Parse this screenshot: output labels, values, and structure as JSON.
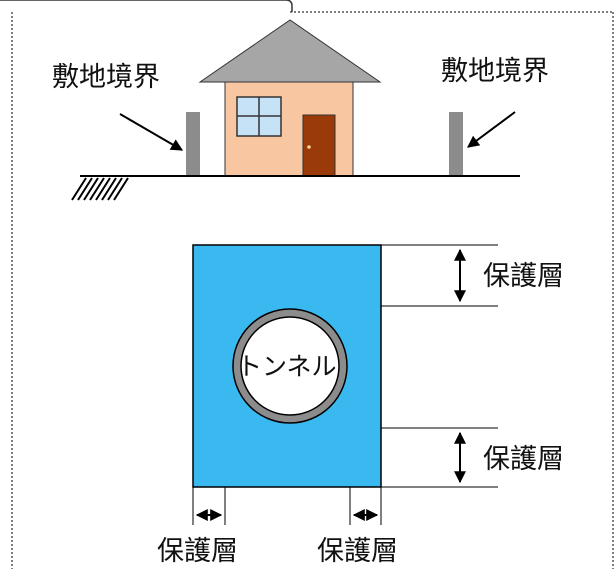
{
  "labels": {
    "boundary_left": "敷地境界",
    "boundary_right": "敷地境界",
    "tunnel": "トンネル",
    "cover_top": "保護層",
    "cover_bottom": "保護層",
    "cover_left": "保護層",
    "cover_right": "保護層"
  },
  "colors": {
    "cover_block": "#3ab8f0",
    "tunnel_ring": "#8c8c8c",
    "tunnel_inner": "#ffffff",
    "house_wall": "#f8c6a0",
    "roof": "#a6a6a6",
    "door": "#9a3a08",
    "window": "#c6e2f7",
    "boundary_post": "#8c8c8c",
    "ground_line": "#000000",
    "border": "#555555"
  },
  "icons": {
    "house": "house-icon",
    "ground": "ground-hatch-icon"
  }
}
